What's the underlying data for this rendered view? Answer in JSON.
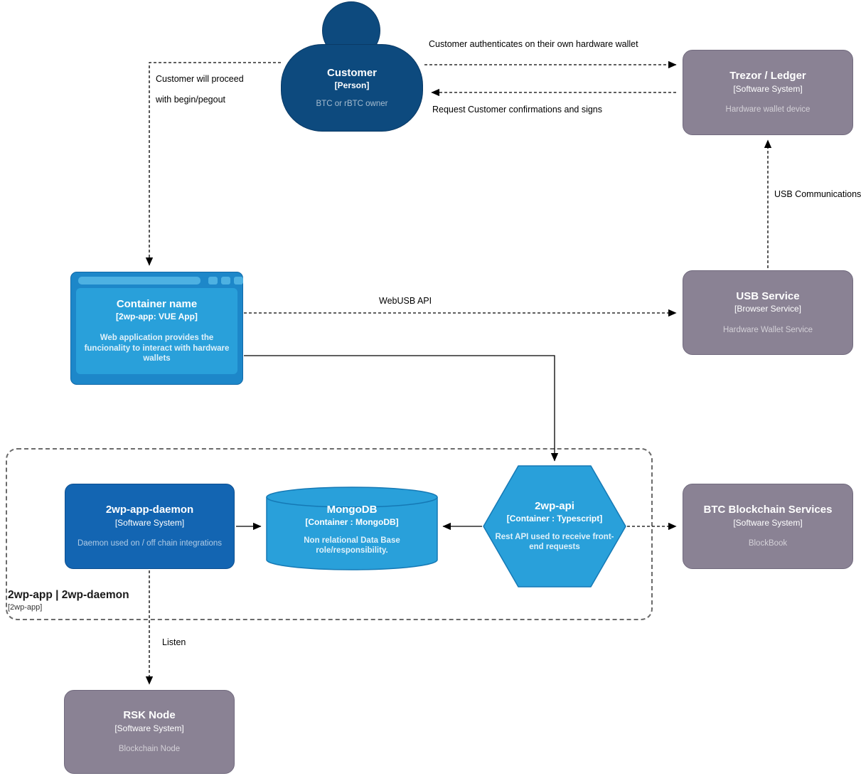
{
  "diagram": {
    "nodes": {
      "customer": {
        "title": "Customer",
        "subtitle": "[Person]",
        "description": "BTC or rBTC owner"
      },
      "trezor": {
        "title": "Trezor / Ledger",
        "subtitle": "[Software System]",
        "description": "Hardware wallet device"
      },
      "webapp": {
        "title": "Container name",
        "subtitle": "[2wp-app: VUE App]",
        "description": "Web application provides the funcionality to interact with hardware wallets"
      },
      "usb_service": {
        "title": "USB Service",
        "subtitle": "[Browser Service]",
        "description": "Hardware Wallet Service"
      },
      "daemon": {
        "title": "2wp-app-daemon",
        "subtitle": "[Software System]",
        "description": "Daemon used on / off chain integrations"
      },
      "mongodb": {
        "title": "MongoDB",
        "subtitle": "[Container : MongoDB]",
        "description": "Non relational Data Base role/responsibility."
      },
      "api": {
        "title": "2wp-api",
        "subtitle": "[Container : Typescript]",
        "description": "Rest API used to receive front-end requests"
      },
      "btc": {
        "title": "BTC Blockchain Services",
        "subtitle": "[Software System]",
        "description": "BlockBook"
      },
      "rsk": {
        "title": "RSK Node",
        "subtitle": "[Software System]",
        "description": "Blockchain Node"
      }
    },
    "boundary": {
      "title": "2wp-app | 2wp-daemon",
      "subtitle": "[2wp-app]"
    },
    "edges": {
      "auth": "Customer authenticates on their own hardware wallet",
      "request": "Request Customer confirmations and signs",
      "proceed_line1": "Customer will proceed",
      "proceed_line2": "with begin/pegout",
      "webusb": "WebUSB API",
      "usb_comm": "USB Communications",
      "listen": "Listen"
    },
    "colors": {
      "person": "#0d4a7e",
      "external_system": "#8a8294",
      "container_light_blue": "#29a0da",
      "daemon_blue": "#1365b2",
      "browser_frame": "#1d87c9",
      "edge": "#000000",
      "boundary": "#6b6b6b"
    }
  }
}
